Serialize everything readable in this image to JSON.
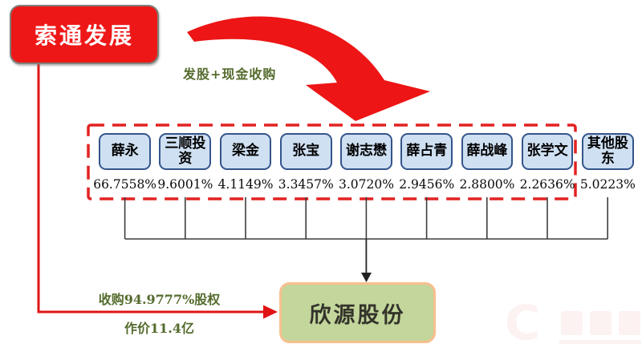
{
  "acquirer": {
    "name": "索通发展"
  },
  "arrow_label": "发股+现金收购",
  "shareholders": {
    "items": [
      {
        "name": "薛永",
        "percent": "66.7558%"
      },
      {
        "name": "三顺投资",
        "percent": "9.6001%"
      },
      {
        "name": "梁金",
        "percent": "4.1149%"
      },
      {
        "name": "张宝",
        "percent": "3.3457%"
      },
      {
        "name": "谢志懋",
        "percent": "3.0720%"
      },
      {
        "name": "薛占青",
        "percent": "2.9456%"
      },
      {
        "name": "薛战峰",
        "percent": "2.8800%"
      },
      {
        "name": "张学文",
        "percent": "2.2636%"
      },
      {
        "name": "其他股东",
        "percent": "5.0223%"
      }
    ]
  },
  "target": {
    "name": "欣源股份"
  },
  "deal": {
    "line1": "收购94.9777%股权",
    "line2": "作价11.4亿"
  },
  "watermark": {
    "logo_letter": "C"
  },
  "colors": {
    "red": "#ee1717",
    "dash_red": "#e32121",
    "blue_fill": "#cfe0f2",
    "blue_border": "#34558b",
    "green_fill": "#c3d69b",
    "green_border": "#f8bf8e",
    "olive_text": "#546b2d",
    "line_black": "#3d3d3d"
  }
}
